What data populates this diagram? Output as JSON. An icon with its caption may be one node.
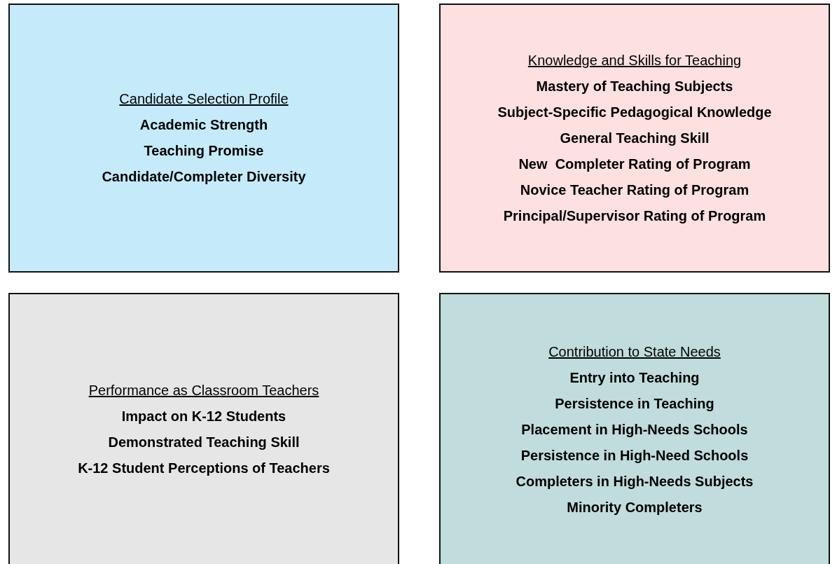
{
  "diagram": {
    "nodes": [
      {
        "text": [
          "Candidate Selection Profile",
          "Academic Strength",
          "Teaching Promise",
          "Candidate/Completer Diversity"
        ]
      },
      {
        "text": [
          "Knowledge and Skills for Teaching",
          "Mastery of Teaching Subjects",
          "Subject-Specific Pedagogical Knowledge",
          "General Teaching Skill",
          "New  Completer Rating of Program",
          "Novice Teacher Rating of Program",
          "Principal/Supervisor Rating of Program"
        ]
      },
      {
        "text": [
          "Performance as Classroom Teachers",
          "Impact on K-12 Students",
          "Demonstrated Teaching Skill",
          "K-12 Student Perceptions of Teachers"
        ]
      },
      {
        "text": [
          "Contribution to State Needs",
          "Entry into Teaching",
          "Persistence in Teaching",
          "Placement in High-Needs Schools",
          "Persistence in High-Need Schools",
          "Completers in High-Needs Subjects",
          "Minority Completers"
        ]
      }
    ]
  }
}
